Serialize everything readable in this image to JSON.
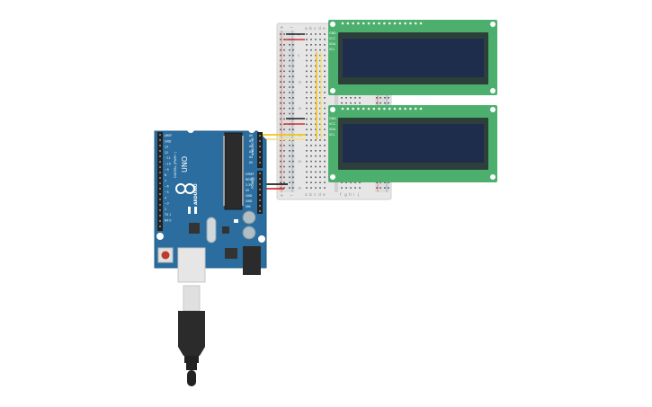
{
  "arduino": {
    "model_label": "UNO",
    "brand_label": "ARDUINO",
    "digital_header_label": "DIGITAL (PWM~)",
    "analog_header_label": "ANALOG IN",
    "power_header_label": "POWER",
    "pin_labels_digital": [
      "AREF",
      "GND",
      "13",
      "12",
      "~11",
      "~10",
      "~9",
      "8",
      "7",
      "~6",
      "~5",
      "4",
      "~3",
      "2",
      "TX 1",
      "RX 0"
    ],
    "pin_labels_analog": [
      "A0",
      "A1",
      "A2",
      "A3",
      "A4",
      "A5"
    ],
    "pin_labels_power": [
      "IOREF",
      "RESET",
      "3.3V",
      "5V",
      "GND",
      "GND",
      "VIN"
    ],
    "board_color": "#2a6d9e",
    "reset_button_color": "#c0392b"
  },
  "breadboard": {
    "top_column_letters": [
      "a",
      "b",
      "c",
      "d",
      "e"
    ],
    "bottom_column_letters": [
      "a",
      "b",
      "c",
      "d",
      "e"
    ],
    "lower_column_letters": [
      "f",
      "g",
      "h",
      "i",
      "j"
    ],
    "rail_plus": "+",
    "rail_minus": "−",
    "row_numbers": [
      "1",
      "5",
      "10",
      "15",
      "20",
      "25",
      "30"
    ]
  },
  "lcd_top": {
    "pin_labels": [
      "GND",
      "VCC",
      "SDA",
      "SCL"
    ],
    "pcb_color": "#4caf6d",
    "screen_color": "#1f2d4c"
  },
  "lcd_bottom": {
    "pin_labels": [
      "GND",
      "VCC",
      "SDA",
      "SCL"
    ],
    "pcb_color": "#4caf6d",
    "screen_color": "#1f2d4c"
  },
  "wires": {
    "colors": {
      "power": "#d32f2f",
      "ground": "#212121",
      "sda": "#f5c518",
      "scl": "#f0e08a"
    }
  }
}
